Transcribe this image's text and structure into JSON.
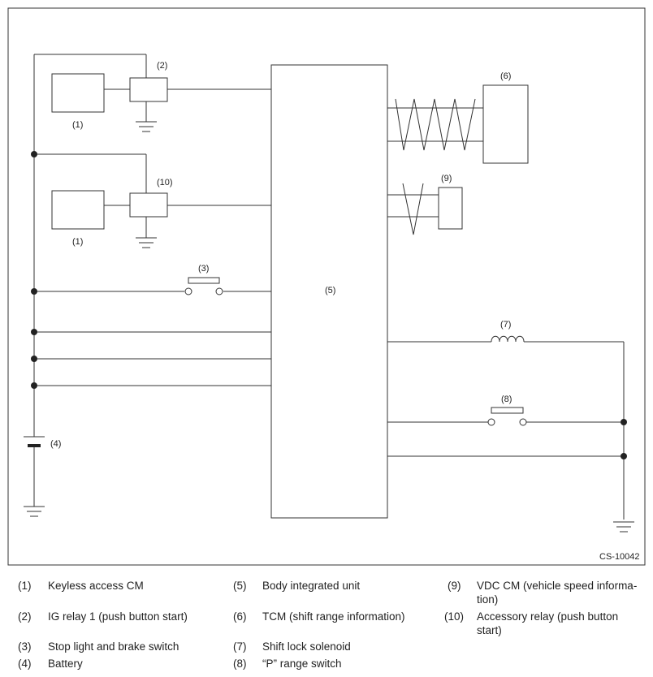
{
  "diagram": {
    "doc_id": "CS-10042",
    "labels": {
      "keyless_a": "(1)",
      "keyless_b": "(1)",
      "ig_relay": "(2)",
      "stop_switch": "(3)",
      "battery": "(4)",
      "body_unit": "(5)",
      "tcm": "(6)",
      "shift_solenoid": "(7)",
      "p_switch": "(8)",
      "vdc": "(9)",
      "acc_relay": "(10)"
    }
  },
  "legend": [
    {
      "num": "(1)",
      "text": "Keyless access CM"
    },
    {
      "num": "(2)",
      "text": "IG relay 1 (push button start)"
    },
    {
      "num": "(3)",
      "text": "Stop light and brake switch"
    },
    {
      "num": "(4)",
      "text": "Battery"
    },
    {
      "num": "(5)",
      "text": "Body integrated unit"
    },
    {
      "num": "(6)",
      "text": "TCM (shift range information)"
    },
    {
      "num": "(7)",
      "text": "Shift lock solenoid"
    },
    {
      "num": "(8)",
      "text": "“P” range switch"
    },
    {
      "num": "(9)",
      "text": "VDC CM (vehicle speed informa-\ntion)"
    },
    {
      "num": "(10)",
      "text": "Accessory relay (push button\nstart)"
    }
  ]
}
